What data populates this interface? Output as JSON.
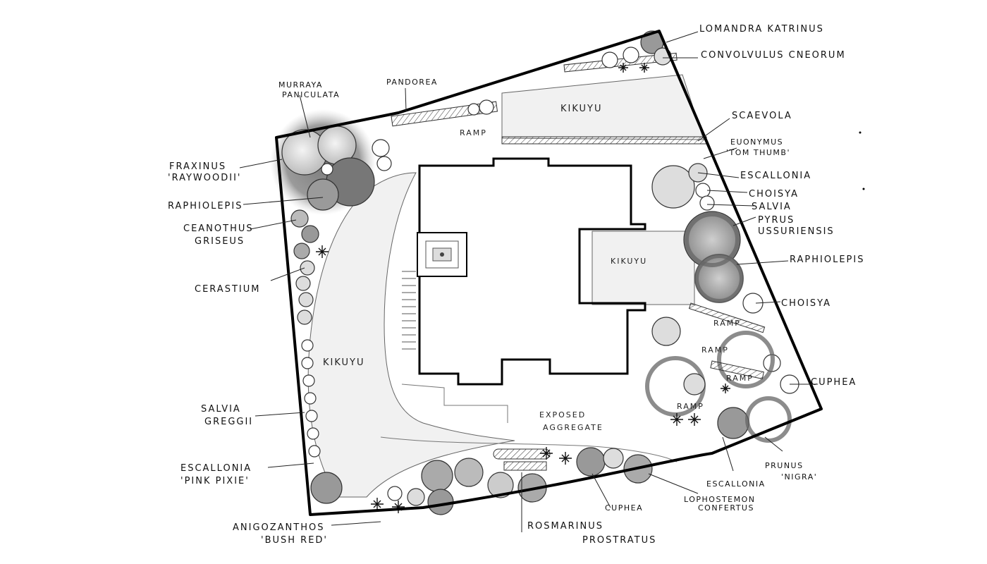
{
  "areas": {
    "lawn_left": "KIKUYU",
    "lawn_top": "KIKUYU",
    "lawn_right": "KIKUYU",
    "paving_1": "EXPOSED",
    "paving_2": "AGGREGATE"
  },
  "ramps": {
    "top": "RAMP",
    "right_1": "RAMP",
    "right_2": "RAMP",
    "right_3": "RAMP",
    "right_4": "RAMP"
  },
  "labels": {
    "murraya_1": "MURRAYA",
    "murraya_2": "PANICULATA",
    "pandorea": "PANDOREA",
    "fraxinus_1": "FRAXINUS",
    "fraxinus_2": "'RAYWOODII'",
    "raphiolepis_left": "RAPHIOLEPIS",
    "ceanothus_1": "CEANOTHUS",
    "ceanothus_2": "GRISEUS",
    "cerastium": "CERASTIUM",
    "salvia_greggii_1": "SALVIA",
    "salvia_greggii_2": "GREGGII",
    "escallonia_pink_1": "ESCALLONIA",
    "escallonia_pink_2": "'PINK PIXIE'",
    "anigozanthos_1": "ANIGOZANTHOS",
    "anigozanthos_2": "'BUSH RED'",
    "rosmarinus_1": "ROSMARINUS",
    "rosmarinus_2": "PROSTRATUS",
    "cuphea_bottom": "CUPHEA",
    "lophostemon_1": "LOPHOSTEMON",
    "lophostemon_2": "CONFERTUS",
    "escallonia_bottom": "ESCALLONIA",
    "prunus_1": "PRUNUS",
    "prunus_2": "'NIGRA'",
    "cuphea_right": "CUPHEA",
    "choisya_right": "CHOISYA",
    "raphiolepis_right": "RAPHIOLEPIS",
    "pyrus_1": "PYRUS",
    "pyrus_2": "USSURIENSIS",
    "salvia_right": "SALVIA",
    "choisya_top": "CHOISYA",
    "escallonia_top": "ESCALLONIA",
    "euonymus_1": "EUONYMUS",
    "euonymus_2": "'TOM THUMB'",
    "scaevola": "SCAEVOLA",
    "convolvulus": "CONVOLVULUS CNEORUM",
    "lomandra": "LOMANDRA KATRINUS"
  }
}
